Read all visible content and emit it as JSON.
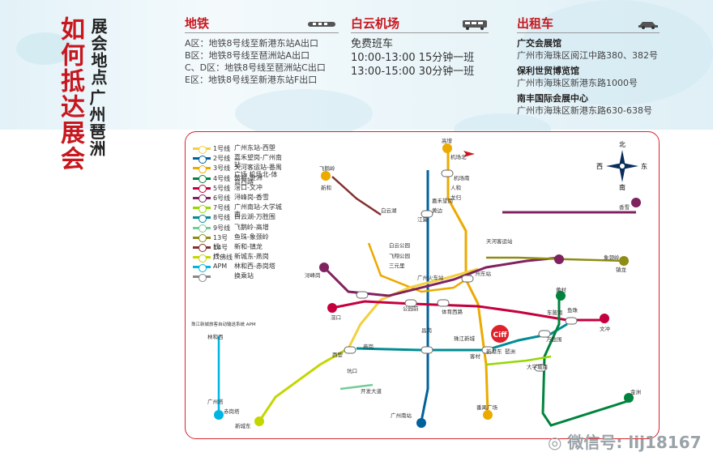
{
  "title": {
    "main": "如何抵达展会",
    "sub1": "展会地点",
    "sub2": "广州琶洲"
  },
  "metro": {
    "heading": "地铁",
    "items": [
      "A区：地铁8号线至新港东站A出口",
      "B区：地铁8号线至琶洲站A出口",
      "C、D区：地铁8号线至琶洲站C出口",
      "E区：地铁8号线至新港东站F出口"
    ]
  },
  "airport": {
    "heading": "白云机场",
    "items": [
      "免费班车",
      "10:00-13:00 15分钟一班",
      "13:00-15:00 30分钟一班"
    ]
  },
  "taxi": {
    "heading": "出租车",
    "venues": [
      {
        "name": "广交会展馆",
        "address": "广州市海珠区阅江中路380、382号"
      },
      {
        "name": "保利世贸博览馆",
        "address": "广州市海珠区新港东路1000号"
      },
      {
        "name": "南丰国际会展中心",
        "address": "广州市海珠区新港东路630-638号"
      }
    ]
  },
  "legend": [
    {
      "num": "1号线",
      "name": "广州东站-西塱",
      "color": "#f3d03e"
    },
    {
      "num": "2号线",
      "name": "嘉禾望岗-广州南站",
      "color": "#00629b"
    },
    {
      "num": "3号线",
      "name": "天河客运站-番禺广场 机场北-体育西路",
      "color": "#ecaa00"
    },
    {
      "num": "4号线",
      "name": "黄村-金洲",
      "color": "#00843d"
    },
    {
      "num": "5号线",
      "name": "滘口-文冲",
      "color": "#c5003e"
    },
    {
      "num": "6号线",
      "name": "浔峰岗-香雪",
      "color": "#80225f"
    },
    {
      "num": "7号线",
      "name": "广州南站-大学城南",
      "color": "#97d700"
    },
    {
      "num": "8号线",
      "name": "白云湖-万胜围",
      "color": "#008c95"
    },
    {
      "num": "9号线",
      "name": "飞鹅岭-高增",
      "color": "#71cc98"
    },
    {
      "num": "13号线",
      "name": "鱼珠-象颈岭",
      "color": "#8e8c13"
    },
    {
      "num": "14号线",
      "name": "新和-镇龙",
      "color": "#81312f"
    },
    {
      "num": "广佛线",
      "name": "新城东-燕岗",
      "color": "#c4d600"
    },
    {
      "num": "APM",
      "name": "林和西-赤岗塔",
      "color": "#00b5e2"
    },
    {
      "num": "",
      "name": "换乘站",
      "color": "#888888"
    }
  ],
  "compass": {
    "n": "北",
    "s": "南",
    "e": "东",
    "w": "西"
  },
  "map_labels": {
    "venue_marker": "Ciff",
    "airport_n": "机场北",
    "airport_s": "机场南",
    "renhe": "人和",
    "longgui": "龙归",
    "jiahe": "嘉禾望岗",
    "huangbian": "黄边",
    "jiangxia": "江夏",
    "baiyun_park": "白云公园",
    "feixiang": "飞翔公园",
    "sanyuanli": "三元里",
    "guangzhou_station": "广州火车站",
    "gz_east": "广州东站",
    "tiyu_xi": "体育西路",
    "zhujiang": "珠江新城",
    "kecun": "客村",
    "pazhou": "琶洲",
    "xingang_d": "新港东",
    "wanshengwei": "万胜围",
    "chebei": "车陂南",
    "yuzhu": "鱼珠",
    "panyu": "番禺广场",
    "gz_south": "广州南站",
    "xilang": "西塱",
    "jiaokou": "滘口",
    "wenchong": "文冲",
    "kengkou": "坑口",
    "kaifa": "开发大道",
    "tianhe_coach": "天河客运站",
    "gongyuanqian": "公园前",
    "changgang": "昌岗",
    "linhe_xi": "林和西",
    "chigang_ta": "赤岗塔",
    "huangcun": "黄村",
    "jinzhou": "金洲",
    "xiangxue": "香雪",
    "xunfenggang": "浔峰岗",
    "zhenlong": "镇龙",
    "xinhe": "新和",
    "daxuecheng_s": "大学城南",
    "xincheng_d": "新城东",
    "yangang": "燕岗",
    "feeling": "飞鹅岭",
    "gaozeng": "高增",
    "xiangjingling": "象颈岭",
    "baiyunhu": "白云湖",
    "apm_label": "珠江新城旅客自动输送系统 APM",
    "guangzhouta": "广州塔"
  },
  "watermark": "微信号: lij18167"
}
